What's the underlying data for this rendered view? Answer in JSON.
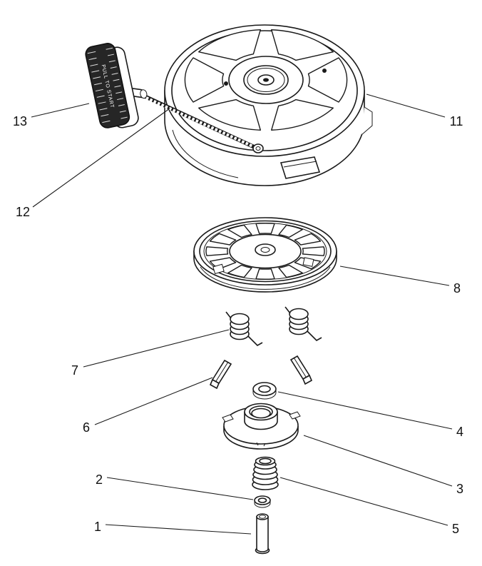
{
  "figure": {
    "kind": "exploded-parts-diagram",
    "background": "#ffffff",
    "line_color": "#1a1a1a",
    "handle_text": "PULL TO START",
    "callouts": {
      "c1": "1",
      "c2": "2",
      "c3": "3",
      "c4": "4",
      "c5": "5",
      "c6": "6",
      "c7": "7",
      "c8": "8",
      "c11": "11",
      "c12": "12",
      "c13": "13"
    }
  }
}
